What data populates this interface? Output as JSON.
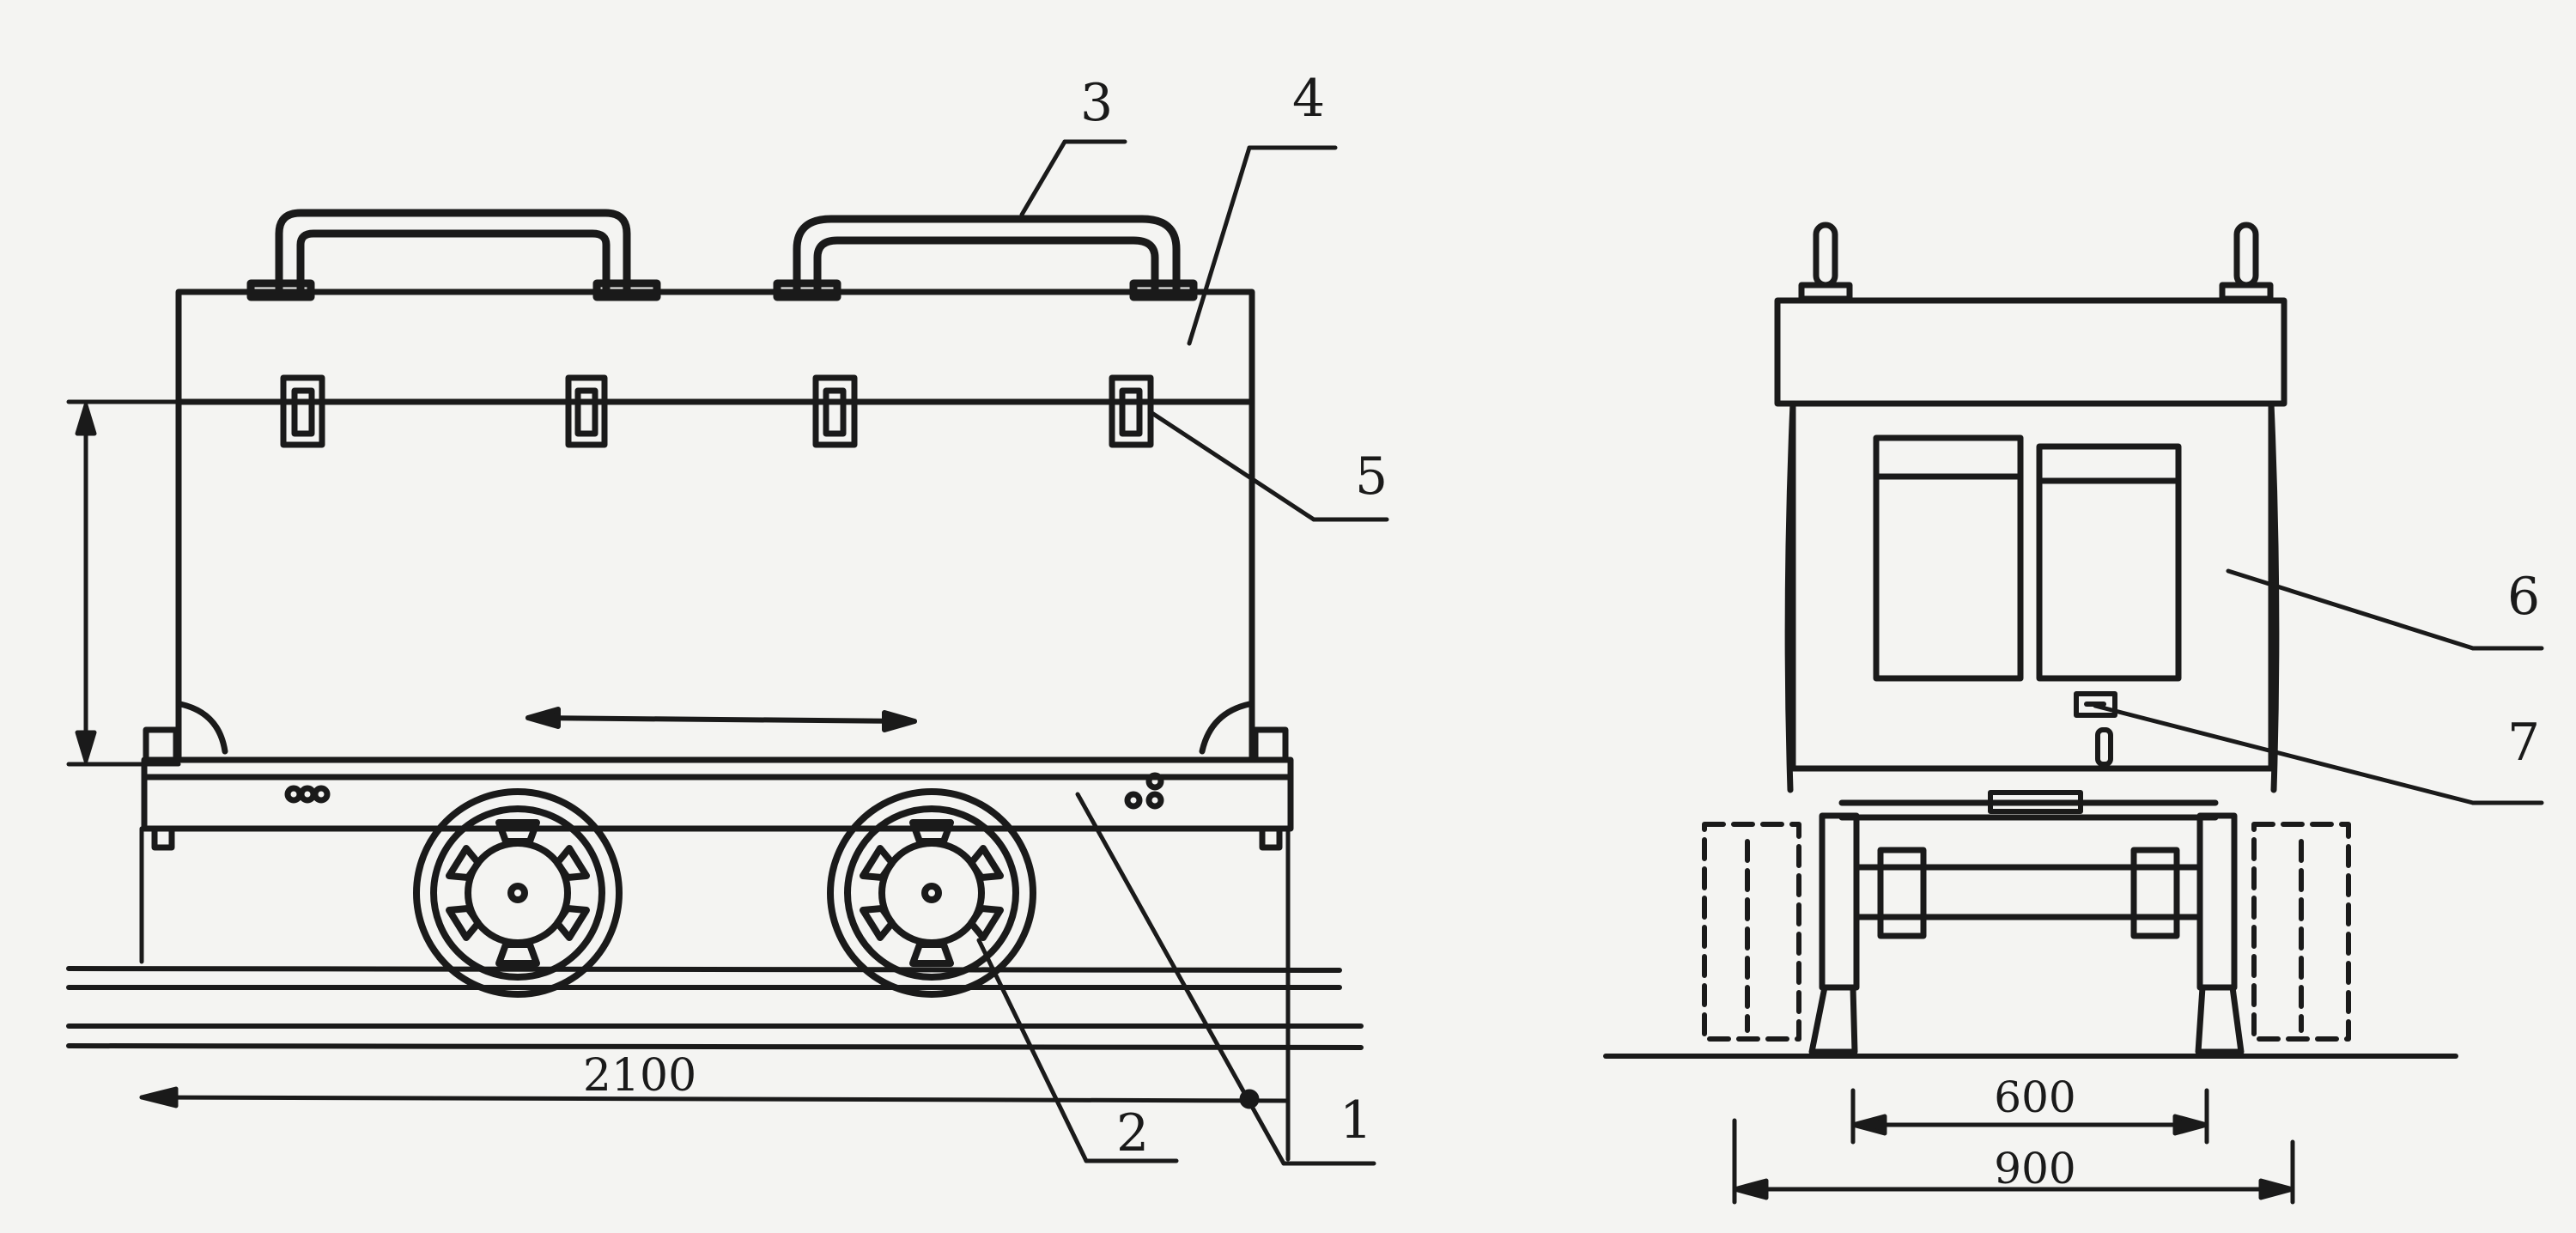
{
  "diagram": {
    "callouts": [
      "1",
      "2",
      "3",
      "4",
      "5",
      "6",
      "7"
    ],
    "dimensions": {
      "length": "2100",
      "track_gauge": "600",
      "width": "900"
    }
  },
  "colors": {
    "ink": "#1a1a1a",
    "paper": "#f4f4f2"
  }
}
